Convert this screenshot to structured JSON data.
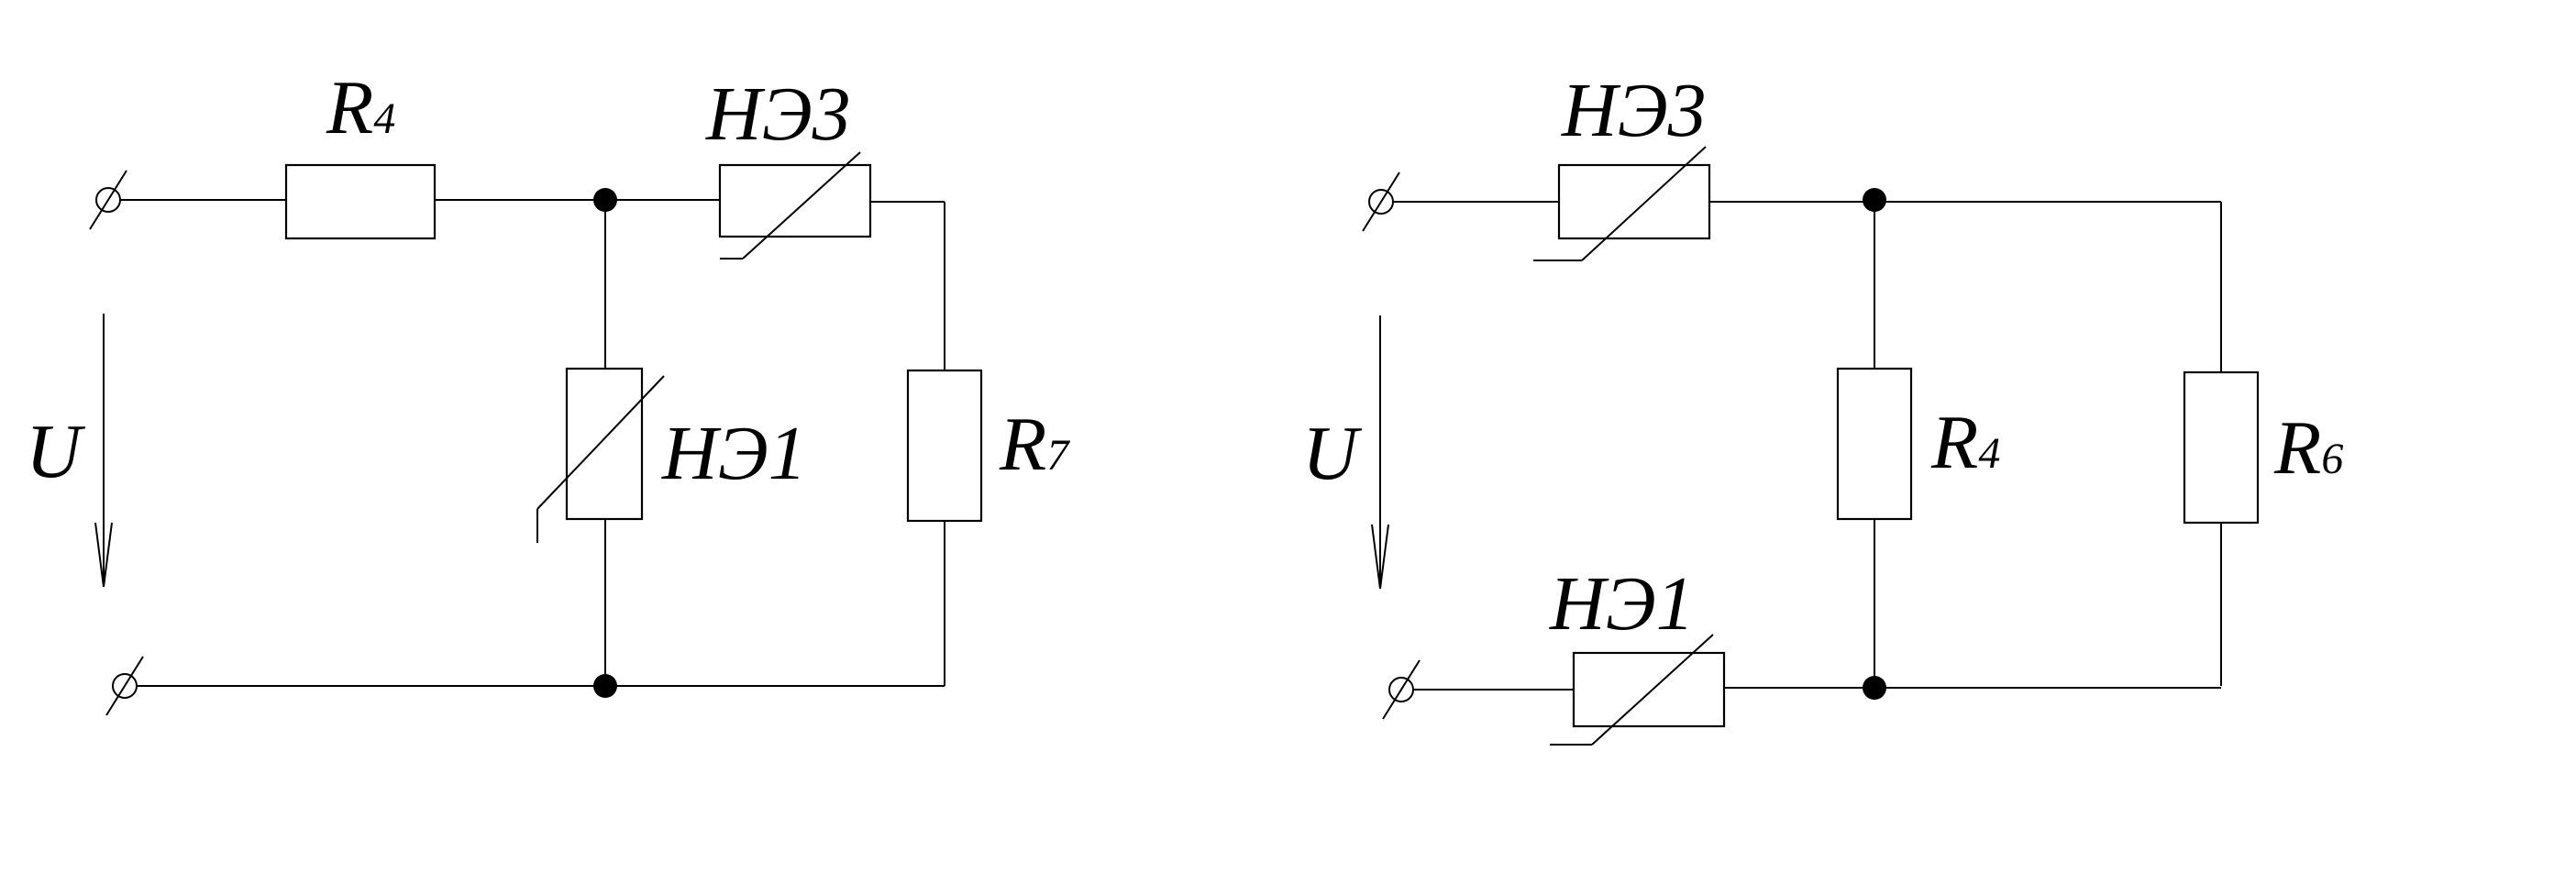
{
  "circuit_left": {
    "voltage": "U",
    "r4": {
      "letter": "R",
      "sub": "4"
    },
    "ne3": "НЭ3",
    "ne1": "НЭ1",
    "r7": {
      "letter": "R",
      "sub": "7"
    }
  },
  "circuit_right": {
    "voltage": "U",
    "ne3": "НЭ3",
    "ne1": "НЭ1",
    "r4": {
      "letter": "R",
      "sub": "4"
    },
    "r6": {
      "letter": "R",
      "sub": "6"
    }
  }
}
